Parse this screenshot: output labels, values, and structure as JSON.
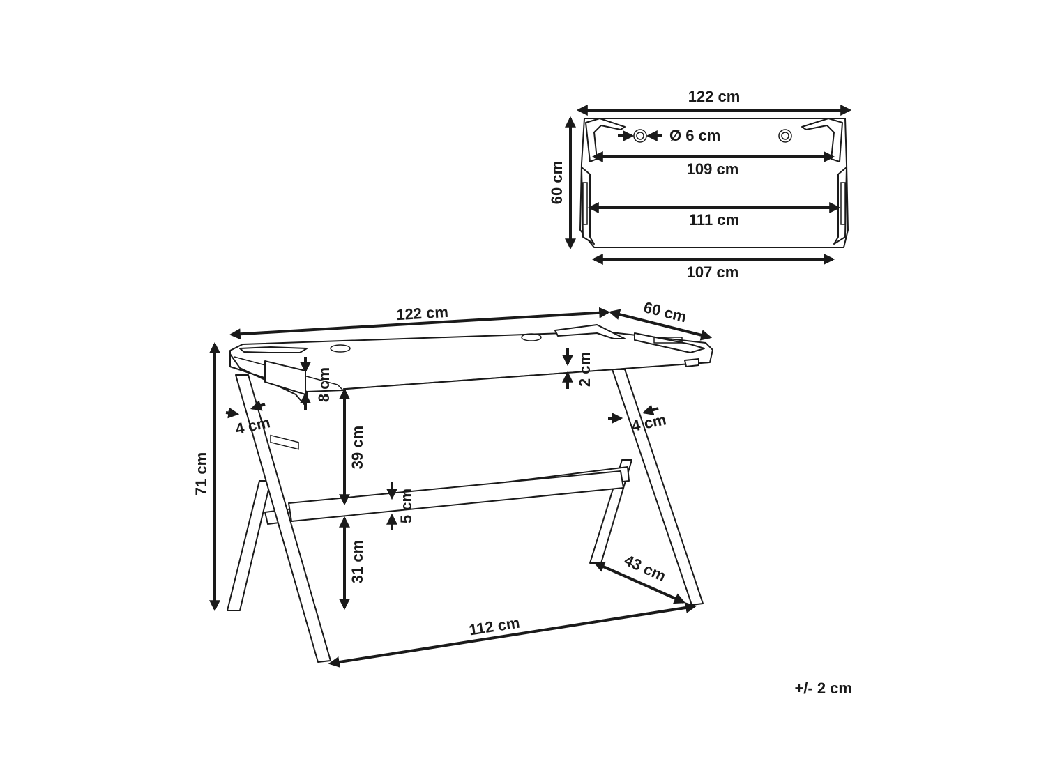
{
  "top_view": {
    "width_label": "122 cm",
    "hole_label": "Ø 6 cm",
    "inner_top_label": "109 cm",
    "depth_label": "60 cm",
    "inner_mid_label": "111 cm",
    "bottom_label": "107 cm"
  },
  "perspective_view": {
    "width_label": "122 cm",
    "depth_label": "60 cm",
    "top_thickness_label": "2 cm",
    "side_panel_label": "8 cm",
    "leg_left_label": "4 cm",
    "leg_right_label": "4 cm",
    "height_label": "71 cm",
    "upper_clearance_label": "39 cm",
    "bar_label": "5 cm",
    "lower_clearance_label": "31 cm",
    "foot_label": "43 cm",
    "leg_span_label": "112 cm"
  },
  "tolerance_label": "+/- 2 cm"
}
